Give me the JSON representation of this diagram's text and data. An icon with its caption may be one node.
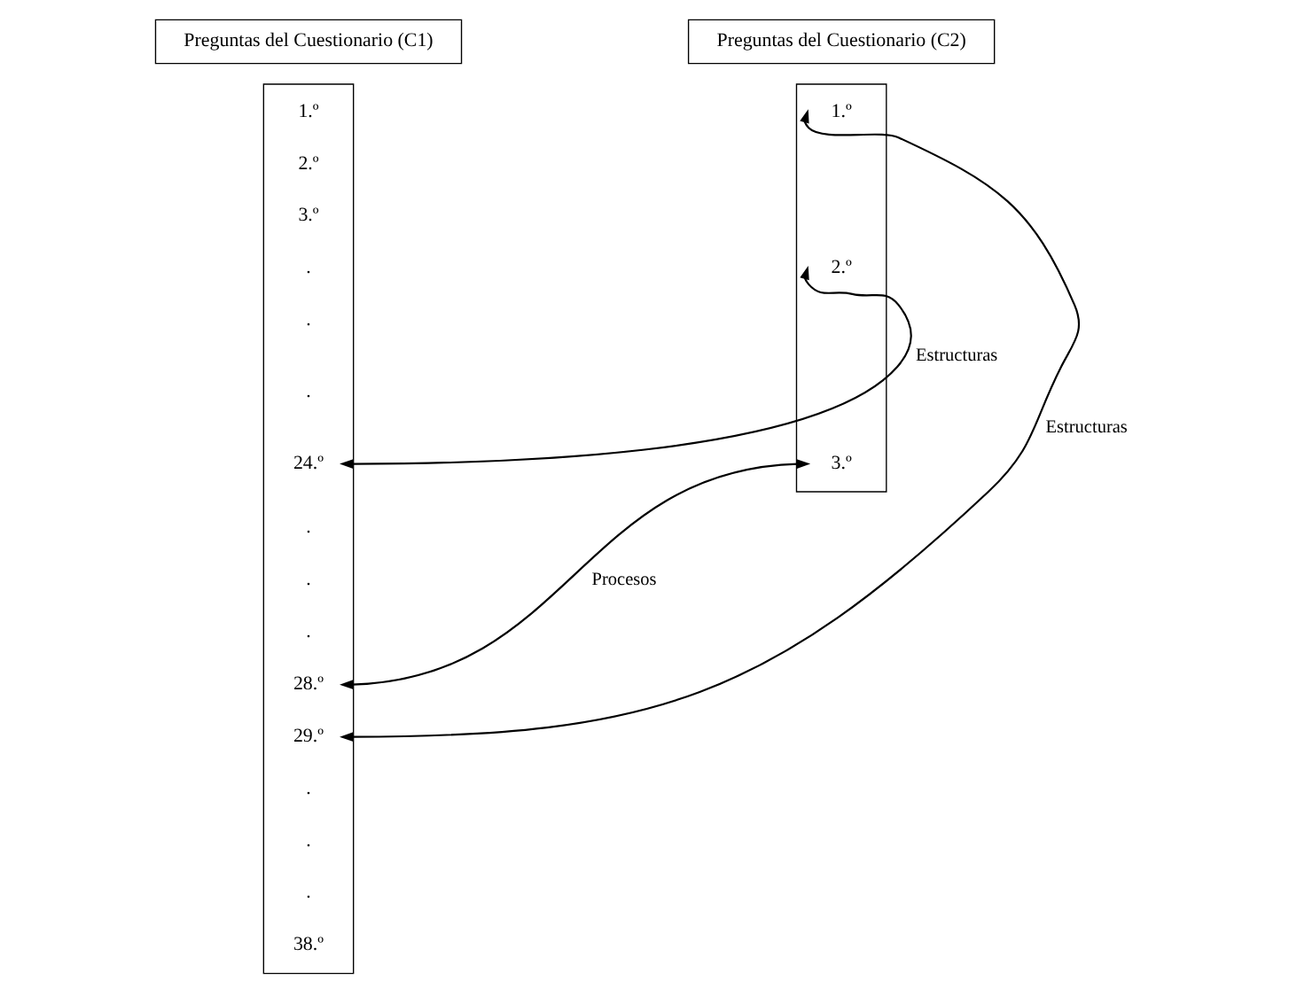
{
  "diagram": {
    "nodes": [
      {
        "text": [
          "Preguntas del Cuestionario (C1)"
        ]
      },
      {
        "text": [
          "Preguntas del Cuestionario (C2)"
        ]
      },
      {
        "text": [],
        "shape": "box"
      },
      {
        "text": [
          "1.º"
        ],
        "in": 2
      },
      {
        "text": [
          "2.º"
        ],
        "in": 2
      },
      {
        "text": [
          "3.º"
        ],
        "in": 2
      },
      {
        "text": [
          "."
        ],
        "in": 2
      },
      {
        "text": [
          "."
        ],
        "in": 2
      },
      {
        "text": [
          "."
        ],
        "in": 2
      },
      {
        "text": [
          "24.º"
        ],
        "in": 2
      },
      {
        "text": [
          "."
        ],
        "in": 2
      },
      {
        "text": [
          "."
        ],
        "in": 2
      },
      {
        "text": [
          "."
        ],
        "in": 2
      },
      {
        "text": [
          "28.º"
        ],
        "in": 2
      },
      {
        "text": [
          "29.º"
        ],
        "in": 2
      },
      {
        "text": [
          "."
        ],
        "in": 2
      },
      {
        "text": [
          "."
        ],
        "in": 2
      },
      {
        "text": [
          "."
        ],
        "in": 2
      },
      {
        "text": [
          "38.º"
        ],
        "in": 2
      },
      {
        "text": [],
        "shape": "box"
      },
      {
        "text": [
          "1.º"
        ],
        "in": 19
      },
      {
        "text": [
          "2.º"
        ],
        "in": 19
      },
      {
        "text": [
          "3.º"
        ],
        "in": 19
      }
    ],
    "edges": [
      {
        "from": 14,
        "to": 20,
        "arrow": "both",
        "label": "Estructuras"
      },
      {
        "from": 9,
        "to": 21,
        "arrow": "both",
        "label": "Estructuras"
      },
      {
        "from": 13,
        "to": 22,
        "arrow": "both",
        "label": "Procesos"
      }
    ]
  }
}
